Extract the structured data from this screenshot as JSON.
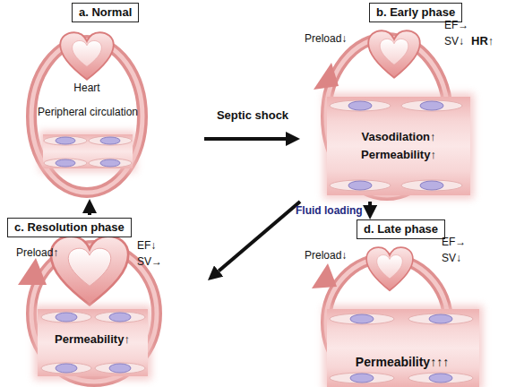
{
  "diagram": {
    "nodes": [
      {
        "text": [
          "a. Normal"
        ]
      },
      {
        "text": [
          "Heart"
        ],
        "in": 0
      },
      {
        "text": [
          "Peripheral circulation"
        ],
        "in": 0
      },
      {
        "text": [
          "b. Early phase",
          "Preload↓",
          "EF→",
          "SV↓",
          "HR↑"
        ]
      },
      {
        "text": [
          "Vasodilation↑",
          "Permeability↑"
        ],
        "in": 3
      },
      {
        "text": [
          "c. Resolution phase",
          "Preload↑",
          "EF↓",
          "SV→"
        ]
      },
      {
        "text": [
          "Permeability↑"
        ],
        "in": 5
      },
      {
        "text": [
          "d. Late phase",
          "Preload↓",
          "EF→",
          "SV↓"
        ]
      },
      {
        "text": [
          "Permeability↑↑↑"
        ],
        "in": 7
      }
    ],
    "edges": [
      {
        "from": 0,
        "to": 3,
        "label": "Septic shock",
        "arrow": "to"
      },
      {
        "from": 3,
        "to": 7,
        "label": "Fluid loading",
        "arrow": "to"
      },
      {
        "from": 3,
        "to": 5,
        "arrow": "to"
      },
      {
        "from": 5,
        "to": 0,
        "arrow": "to"
      }
    ]
  }
}
